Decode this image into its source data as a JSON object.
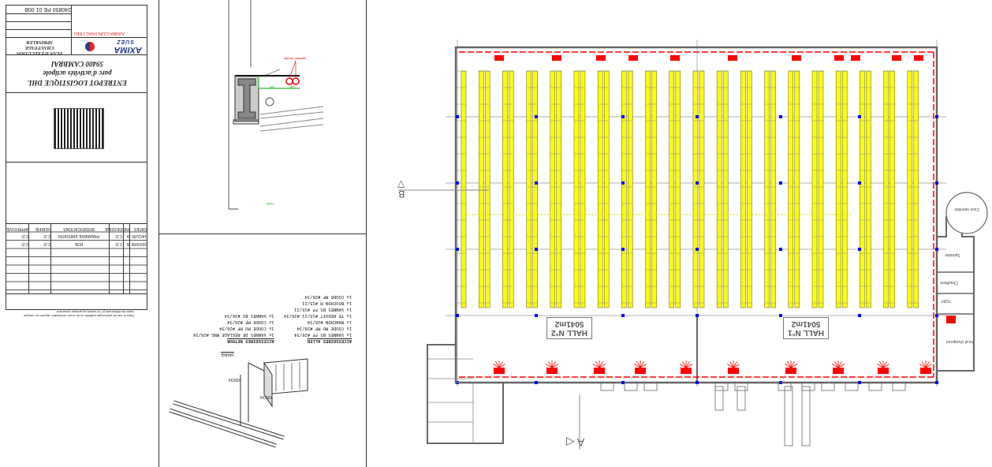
{
  "title_block": {
    "drawing_number": "240850",
    "phase": "PE",
    "sheet": "01",
    "index": "00B",
    "company": "AXIMA",
    "company_sub": "SUEZ",
    "company_division": "AXIMA CONTRACTING",
    "drawing_type": "PLAN D'EXECUTION",
    "drawing_sub1": "CHAUFFAGE",
    "drawing_sub2": "SPRINKLER",
    "project_line1": "ENTREPOT LOGISTIQUE DHL",
    "project_line2": "parc d'activités actipole",
    "project_line3": "59400 CAMBRAI",
    "revision_headers": [
      "DATES",
      "IND",
      "DESSINE",
      "MODIFICATIONS",
      "VERIFIE",
      "APPROUVE"
    ],
    "revisions": [
      {
        "date": "14/11/05",
        "ind": "A",
        "drawn": "C.D",
        "modification": "PREMIERE EMISSION",
        "verified": "C.D",
        "approved": "C.D"
      },
      {
        "date": "20/03/06",
        "ind": "B",
        "drawn": "C.D",
        "modification": "DOE",
        "verified": "C.D",
        "approved": "C.D"
      }
    ],
    "footer_note": "Dans le cas de photocopie partielle ou de zoom nécessaire, ajouter sur chaque copie les références (n° et indice) du présent document"
  },
  "detail": {
    "labels": [
      "sprinkler double",
      "TIGE",
      "5/8",
      "5/8"
    ]
  },
  "accessories": {
    "aller_title": "ACCESSOIRES ALLER",
    "aller_items": [
      "1x VANNES BS FF #26/34",
      "1x COUDE MU MF #26/34",
      "1x MANCHON #26/34",
      "1x TE REDUIT #15/21-#26/34",
      "1x VANNES BS FF #15/21",
      "1x BOUCHON M #15/21",
      "1x COUDE MF #26/34"
    ],
    "retour_title": "ACCESSOIRES RETOUR",
    "retour_items": [
      "1x VANNES DE REGLAGE MNG #26/34",
      "1x COUDE MU MF #26/34",
      "1x COUDE MF #26/34",
      "1x VANNES BS #26/34"
    ],
    "iso_labels": [
      "VANNE",
      "#26/34",
      "#26/34"
    ]
  },
  "plan": {
    "hall1_name": "HALL N°1",
    "hall1_area": "5041m2",
    "hall2_name": "HALL N°2",
    "hall2_area": "5041m2",
    "section_a": "A",
    "section_b": "B",
    "rooms": [
      "Cuve sprinkler",
      "Sprinkler",
      "Chaufferie",
      "TGBT",
      "local chargeurs"
    ],
    "colors": {
      "racks": "#ffff00",
      "sprinkler_network": "#ff0000",
      "walls": "#666666",
      "nodes": "#0000ff"
    }
  }
}
